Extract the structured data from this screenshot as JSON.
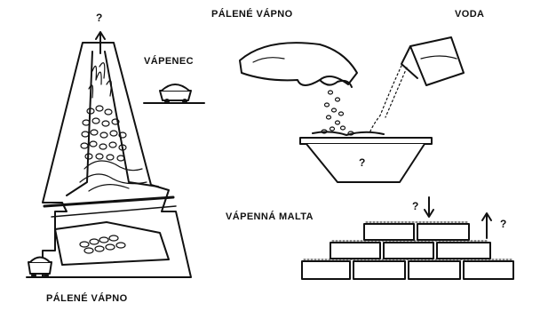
{
  "labels": {
    "burnt_lime_top": "PÁLENÉ VÁPNO",
    "water": "VODA",
    "limestone": "VÁPENEC",
    "lime_mortar": "VÁPENNÁ MALTA",
    "burnt_lime_bottom": "PÁLENÉ VÁPNO"
  },
  "question_marks": {
    "kiln_top": "?",
    "trough": "?",
    "mortar_down": "?",
    "mortar_up": "?"
  }
}
